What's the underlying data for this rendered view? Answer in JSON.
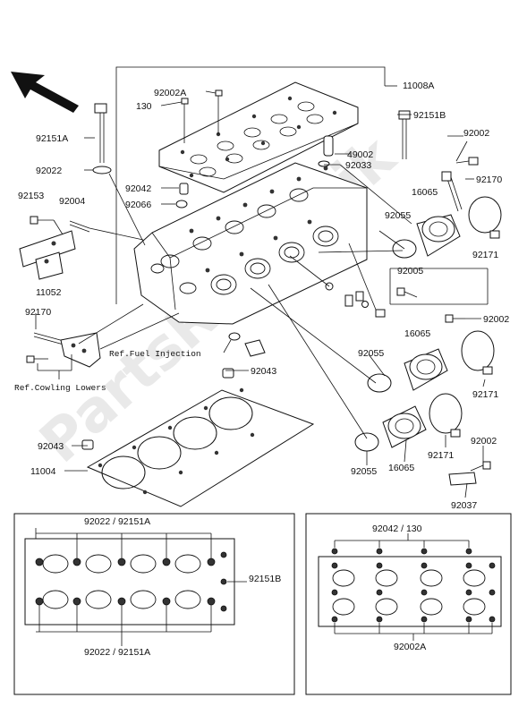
{
  "watermark": "PartsRepublik",
  "labels": {
    "p92002A_top": "92002A",
    "p130": "130",
    "p11008A": "11008A",
    "p92151B_top": "92151B",
    "p92002_1": "92002",
    "p92151A": "92151A",
    "p49002": "49002",
    "p92033": "92033",
    "p92170_r": "92170",
    "p92022": "92022",
    "p92042": "92042",
    "p92066": "92066",
    "p16065_1": "16065",
    "p92153": "92153",
    "p92004": "92004",
    "p92055_1": "92055",
    "p92171_1": "92171",
    "p11052": "11052",
    "p92005": "92005",
    "p92170_l": "92170",
    "p92002_2": "92002",
    "p16065_2": "16065",
    "ref_fuel": "Ref.Fuel Injection",
    "p92055_2": "92055",
    "p92043_1": "92043",
    "ref_cowling": "Ref.Cowling Lowers",
    "p92171_2": "92171",
    "p92002_3": "92002",
    "p92043_2": "92043",
    "p11004": "11004",
    "p92171_3": "92171",
    "p92055_3": "92055",
    "p16065_3": "16065",
    "p92037": "92037"
  },
  "inset_left": {
    "top_label": "92022 / 92151A",
    "right_label": "92151B",
    "bottom_label": "92022 / 92151A"
  },
  "inset_right": {
    "top_label": "92042 / 130",
    "bottom_label": "92002A"
  }
}
